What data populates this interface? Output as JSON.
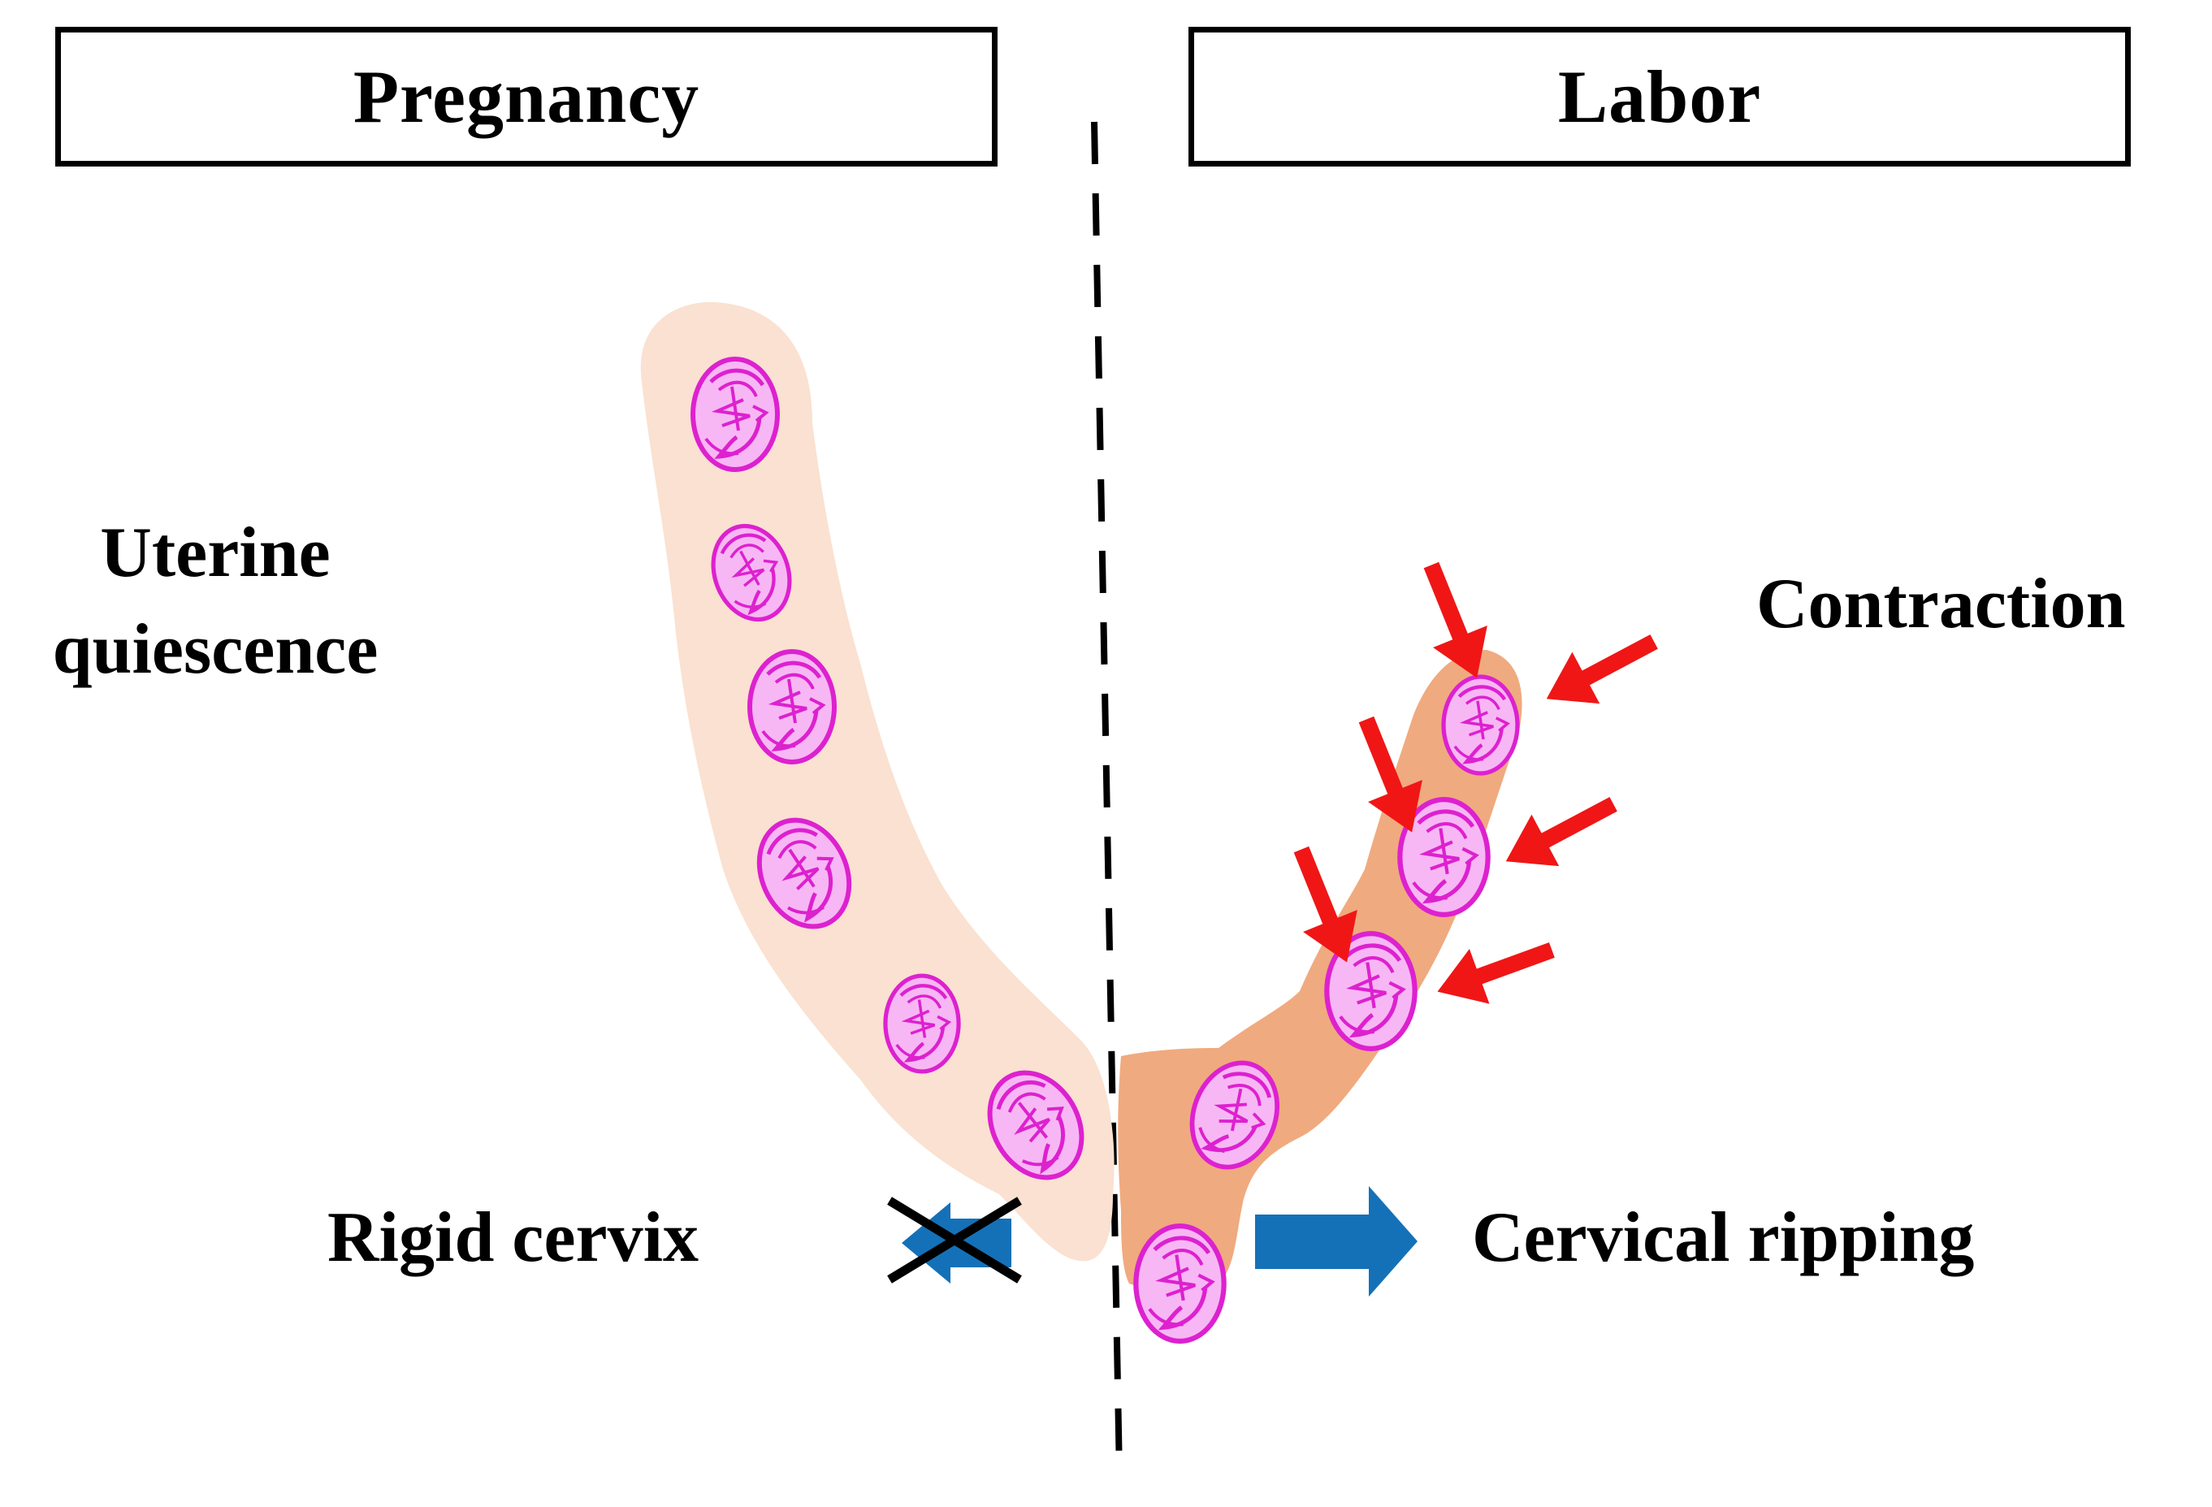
{
  "headers": {
    "left": "Pregnancy",
    "right": "Labor"
  },
  "labels": {
    "uterine_line1": "Uterine",
    "uterine_line2": "quiescence",
    "contraction": "Contraction",
    "rigid_cervix": "Rigid cervix",
    "cervical_ripping": "Cervical ripping"
  },
  "colors": {
    "uterus_quiescent": "#fae1d1",
    "uterus_labor": "#f0aa7f",
    "fetus_fill": "#f7b7f4",
    "fetus_outline": "#dd21cf",
    "contraction_arrow": "#f01616",
    "cervix_arrow": "#1471b8",
    "block_cross": "#000000"
  },
  "icons": {
    "fetus": "fetus-icon",
    "contraction": "red-arrow-icon",
    "cervix_blocked": "blocked-arrow-icon",
    "cervix_open": "blue-arrow-icon"
  }
}
